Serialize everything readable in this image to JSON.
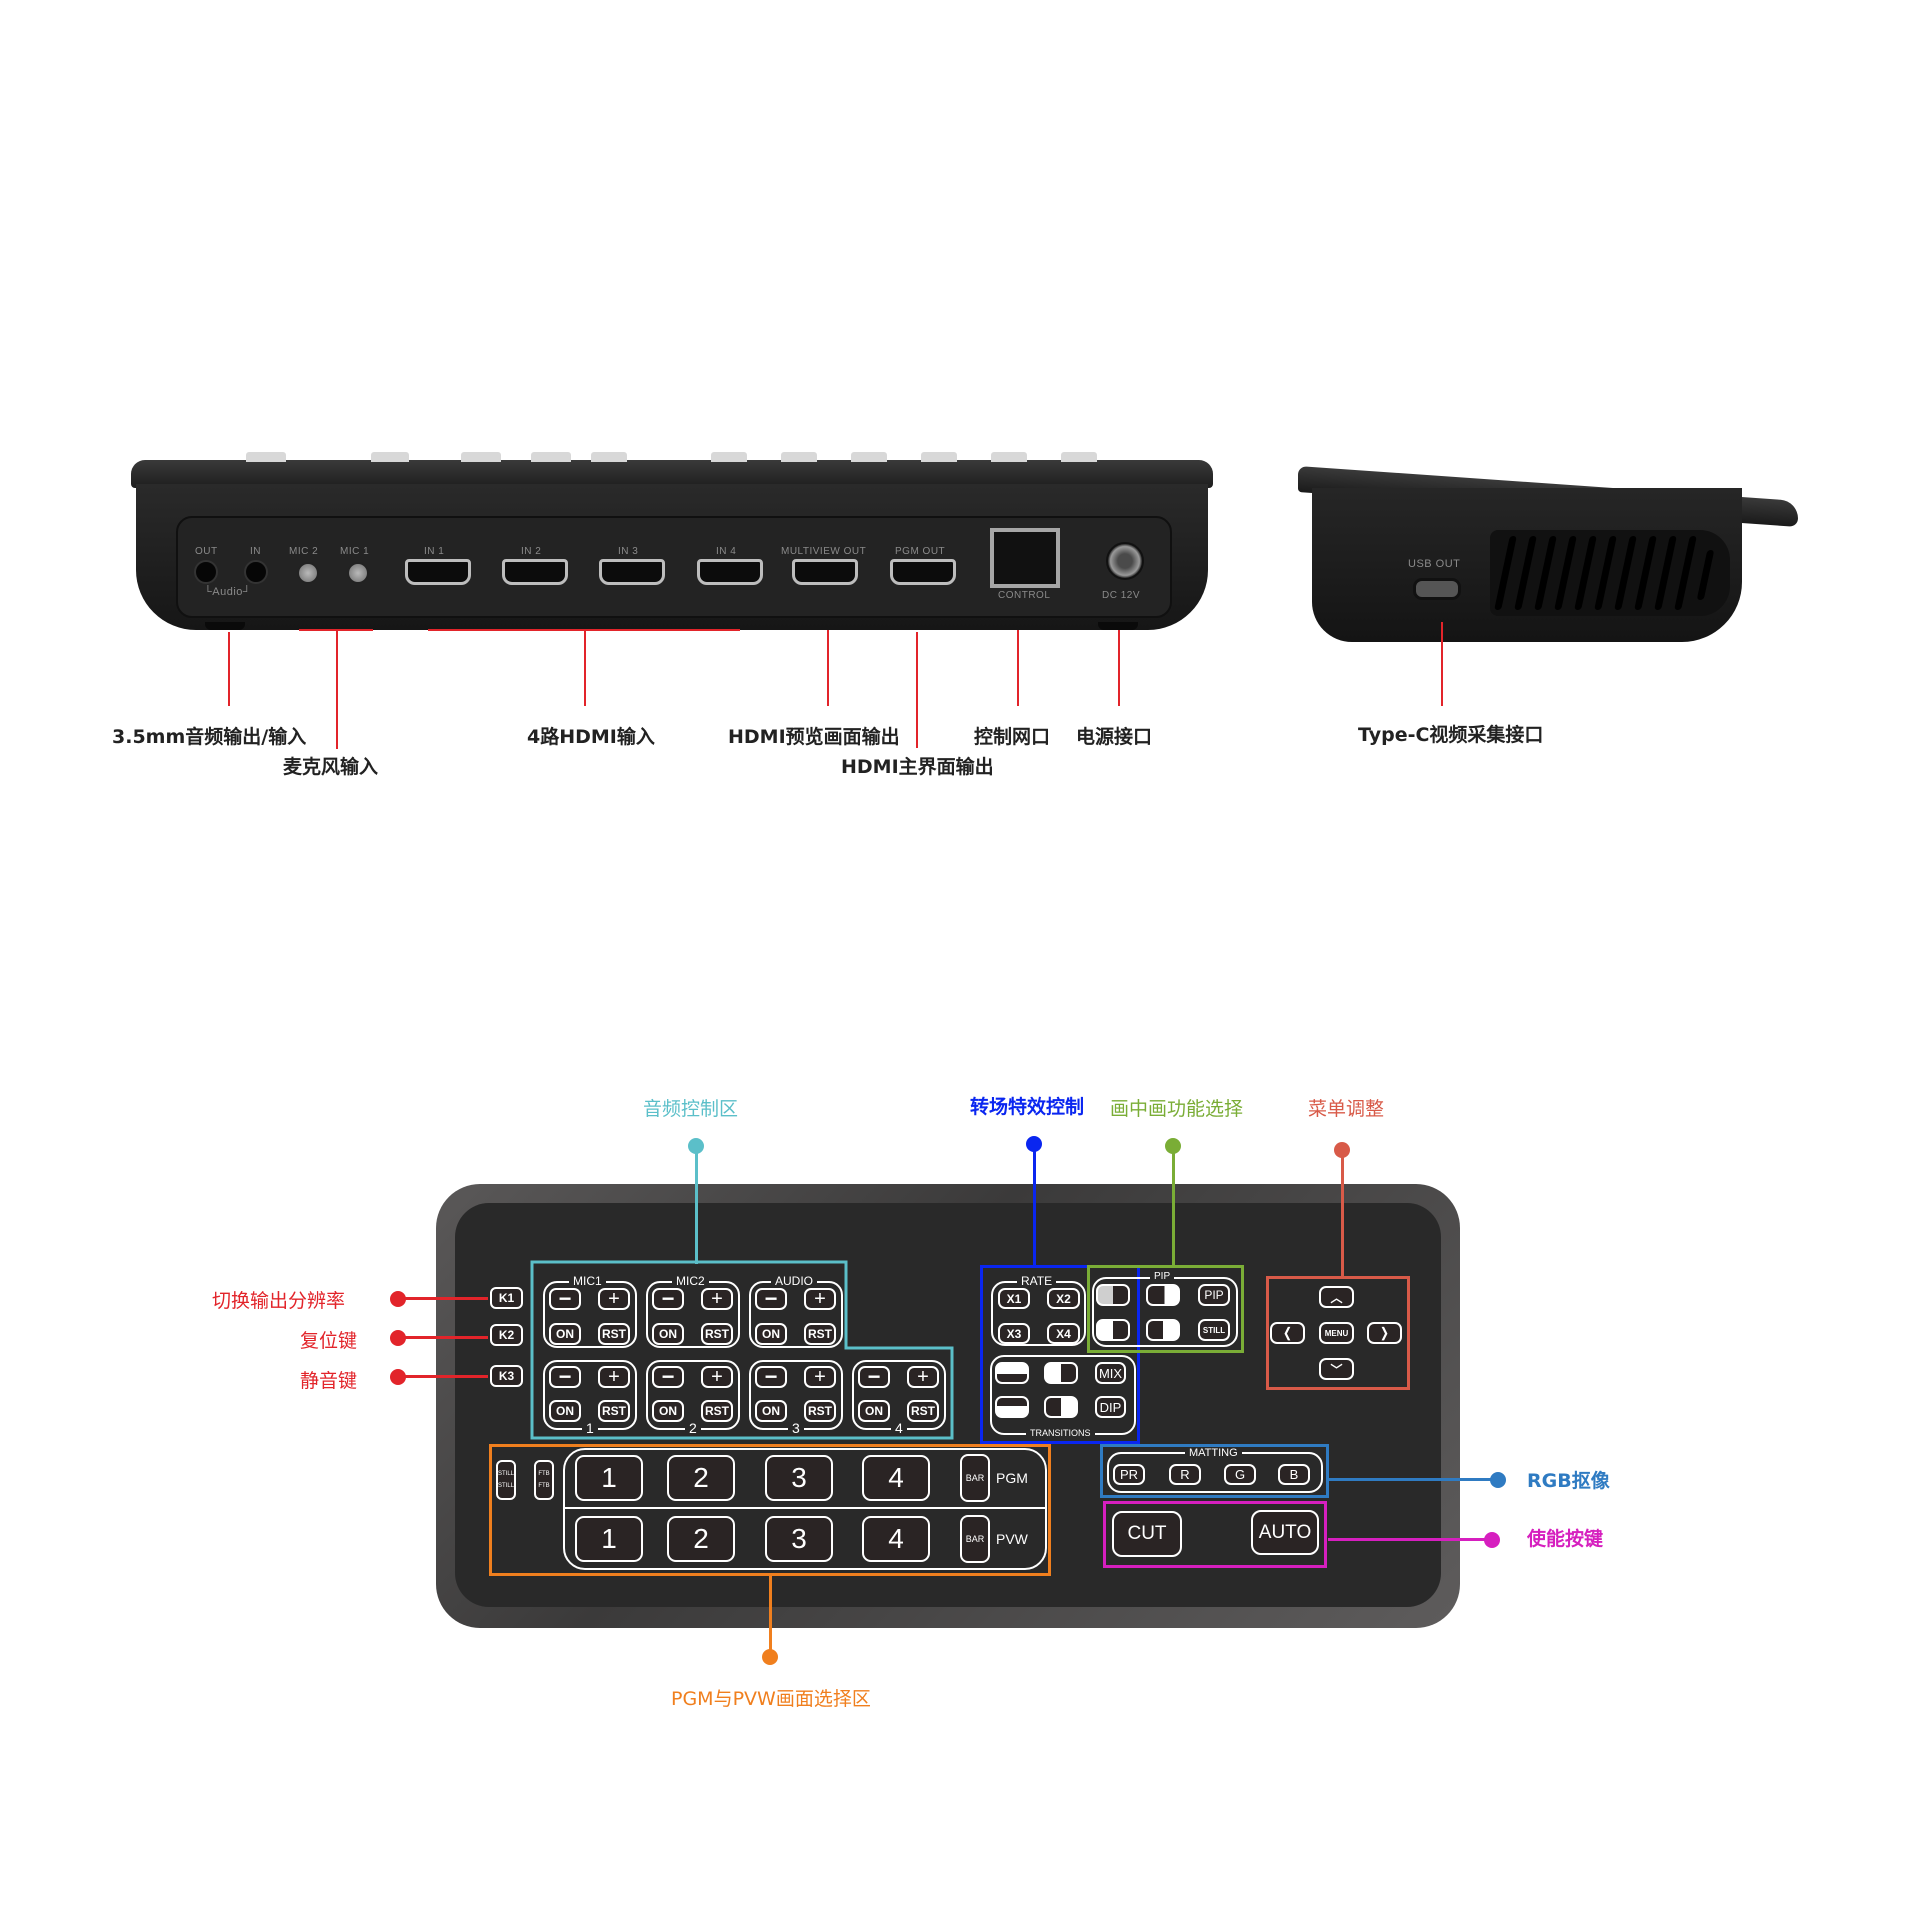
{
  "rear_view": {
    "ports": {
      "audio_out": "OUT",
      "audio_in": "IN",
      "audio_group": "└Audio┘",
      "mic2": "MIC 2",
      "mic1": "MIC 1",
      "in1": "IN 1",
      "in2": "IN 2",
      "in3": "IN 3",
      "in4": "IN 4",
      "multiview_out": "MULTIVIEW OUT",
      "pgm_out": "PGM OUT",
      "control": "CONTROL",
      "dc": "DC 12V"
    },
    "callouts": {
      "audio": "3.5mm音频输出/输入",
      "mic": "麦克风输入",
      "hdmi_in": "4路HDMI输入",
      "multiview": "HDMI预览画面输出",
      "pgm": "HDMI主界面输出",
      "control": "控制网口",
      "power": "电源接口"
    }
  },
  "side_view": {
    "port": "USB OUT",
    "callout": "Type-C视频采集接口"
  },
  "control_panel": {
    "callouts": {
      "audio_zone": "音频控制区",
      "transition_zone": "转场特效控制",
      "pip_zone": "画中画功能选择",
      "menu_zone": "菜单调整",
      "k1": "切换输出分辨率",
      "k2": "复位键",
      "k3": "静音键",
      "matting_zone": "RGB抠像",
      "enable_zone": "使能按键",
      "pgm_pvw_zone": "PGM与PVW画面选择区"
    },
    "colors": {
      "audio": "#5bbfc9",
      "transition": "#0a26f0",
      "pip": "#7aad36",
      "menu": "#d85a48",
      "k_keys": "#e2242a",
      "matting": "#2f7bc2",
      "enable": "#d61fbf",
      "pgm_pvw": "#f07f1e"
    },
    "k_keys": [
      "K1",
      "K2",
      "K3"
    ],
    "audio": {
      "groups": [
        "MIC1",
        "MIC2",
        "AUDIO"
      ],
      "channels": [
        "1",
        "2",
        "3",
        "4"
      ],
      "minus": "−",
      "plus": "+",
      "on": "ON",
      "rst": "RST"
    },
    "rate": {
      "label": "RATE",
      "buttons": [
        "X1",
        "X2",
        "X3",
        "X4"
      ]
    },
    "transitions": {
      "label": "TRANSITIONS",
      "mix": "MIX",
      "dip": "DIP"
    },
    "pip": {
      "label": "PIP",
      "pip_btn": "PIP",
      "still_btn": "STILL"
    },
    "menu": {
      "up": "︿",
      "left": "❬",
      "center": "MENU",
      "right": "❭",
      "down": "﹀"
    },
    "matting": {
      "label": "MATTING",
      "buttons": [
        "PR",
        "R",
        "G",
        "B"
      ]
    },
    "enable": {
      "cut": "CUT",
      "auto": "AUTO"
    },
    "pgm_pvw": {
      "still_top": "STILL",
      "still_bottom": "STILL",
      "ftb_top": "FTB",
      "ftb_bottom": "FTB",
      "pgm_buttons": [
        "1",
        "2",
        "3",
        "4"
      ],
      "pvw_buttons": [
        "1",
        "2",
        "3",
        "4"
      ],
      "bar": "BAR",
      "pgm_label": "PGM",
      "pvw_label": "PVW"
    }
  }
}
